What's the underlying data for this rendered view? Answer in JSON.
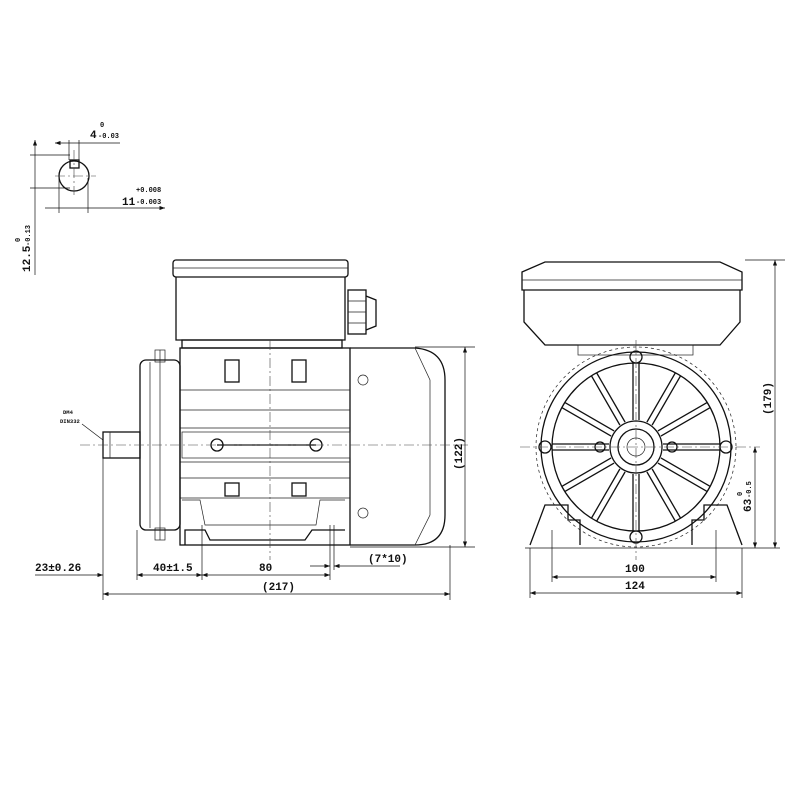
{
  "shaft_section": {
    "key_width": "4",
    "key_width_upper_tol": "0",
    "key_width_lower_tol": "-0.03",
    "shaft_diameter": "11",
    "shaft_diameter_upper_tol": "+0.008",
    "shaft_diameter_lower_tol": "-0.003",
    "key_height": "12.5",
    "key_height_upper_tol": "0",
    "key_height_lower_tol": "-0.13"
  },
  "side_view": {
    "center_hole_label_1": "DM4",
    "center_hole_label_2": "DIN332",
    "height_dim": "(122)",
    "shaft_length_dim": "23±0.26",
    "flange_to_foot_dim": "40±1.5",
    "foot_hole_spacing_dim": "80",
    "foot_slot_dim": "(7*10)",
    "overall_length_dim": "(217)"
  },
  "front_view": {
    "overall_height_dim": "(179)",
    "shaft_height_dim": "63",
    "shaft_height_upper_tol": "0",
    "shaft_height_lower_tol": "-0.5",
    "foot_hole_spacing_dim": "100",
    "foot_width_dim": "124"
  }
}
